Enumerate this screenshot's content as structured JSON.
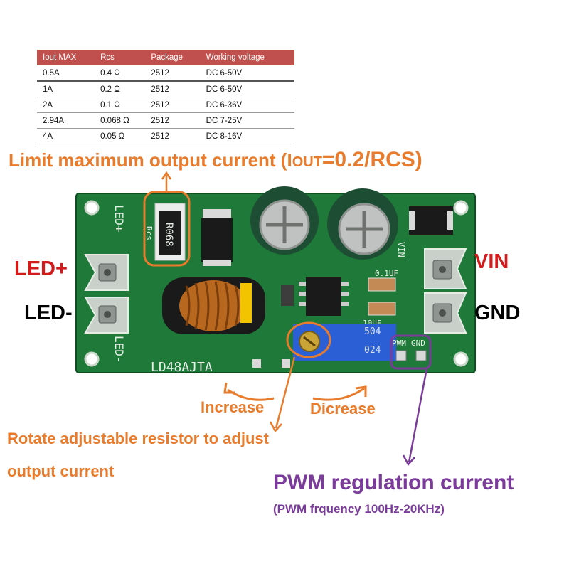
{
  "spec_table": {
    "headers": [
      "Iout MAX",
      "Rcs",
      "Package",
      "Working voltage"
    ],
    "rows": [
      [
        "0.5A",
        "0.4 Ω",
        "2512",
        "DC 6-50V"
      ],
      [
        "1A",
        "0.2 Ω",
        "2512",
        "DC 6-50V"
      ],
      [
        "2A",
        "0.1 Ω",
        "2512",
        "DC 6-36V"
      ],
      [
        "2.94A",
        "0.068 Ω",
        "2512",
        "DC 7-25V"
      ],
      [
        "4A",
        "0.05 Ω",
        "2512",
        "DC 8-16V"
      ]
    ]
  },
  "limit_caption": {
    "prefix": "Limit maximum output current (I",
    "sub": "OUT",
    "suffix": "=0.2/RCS)"
  },
  "terminals": {
    "led_plus": "LED+",
    "led_minus": "LED-",
    "vin": "VIN",
    "gnd": "GND"
  },
  "board_silkscreen": {
    "model": "LD48AJTA",
    "led_plus": "LED+",
    "led_minus": "LED-",
    "vin": "VIN",
    "rcs": "Rcs",
    "resistor_code": "R068",
    "pwm": "PWM",
    "gnd": "GND",
    "cap_value_1": "0.1UF",
    "cap_value_2": "10UF",
    "pot_code": "504",
    "pot_code_2": "024"
  },
  "adjust": {
    "increase": "Increase",
    "decrease": "Dicrease",
    "rotate_line1": "Rotate adjustable resistor to adjust",
    "rotate_line2": "output current"
  },
  "pwm": {
    "title": "PWM regulation current",
    "subtitle": "(PWM frquency 100Hz-20KHz)"
  },
  "colors": {
    "annotation_orange": "#e87b2c",
    "annotation_purple": "#7a3b9a",
    "terminal_red": "#d21c1c",
    "pcb_green": "#1f7a3a",
    "table_header": "#c0504d",
    "pot_blue": "#2b5fd6"
  }
}
